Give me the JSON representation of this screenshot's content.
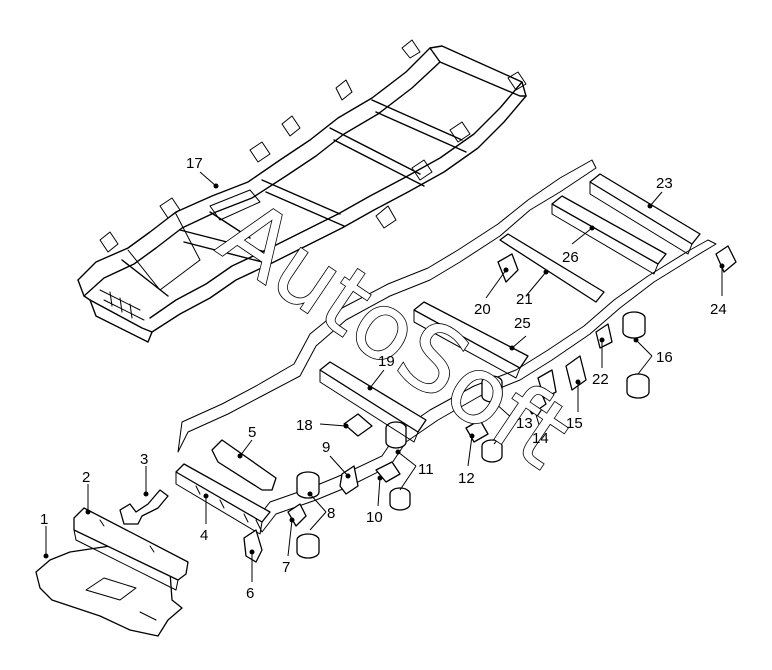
{
  "watermark": "AutoSoft",
  "callouts": [
    "1",
    "2",
    "3",
    "4",
    "5",
    "6",
    "7",
    "8",
    "9",
    "10",
    "11",
    "12",
    "13",
    "14",
    "15",
    "16",
    "17",
    "18",
    "19",
    "20",
    "21",
    "22",
    "23",
    "24",
    "25",
    "26"
  ]
}
